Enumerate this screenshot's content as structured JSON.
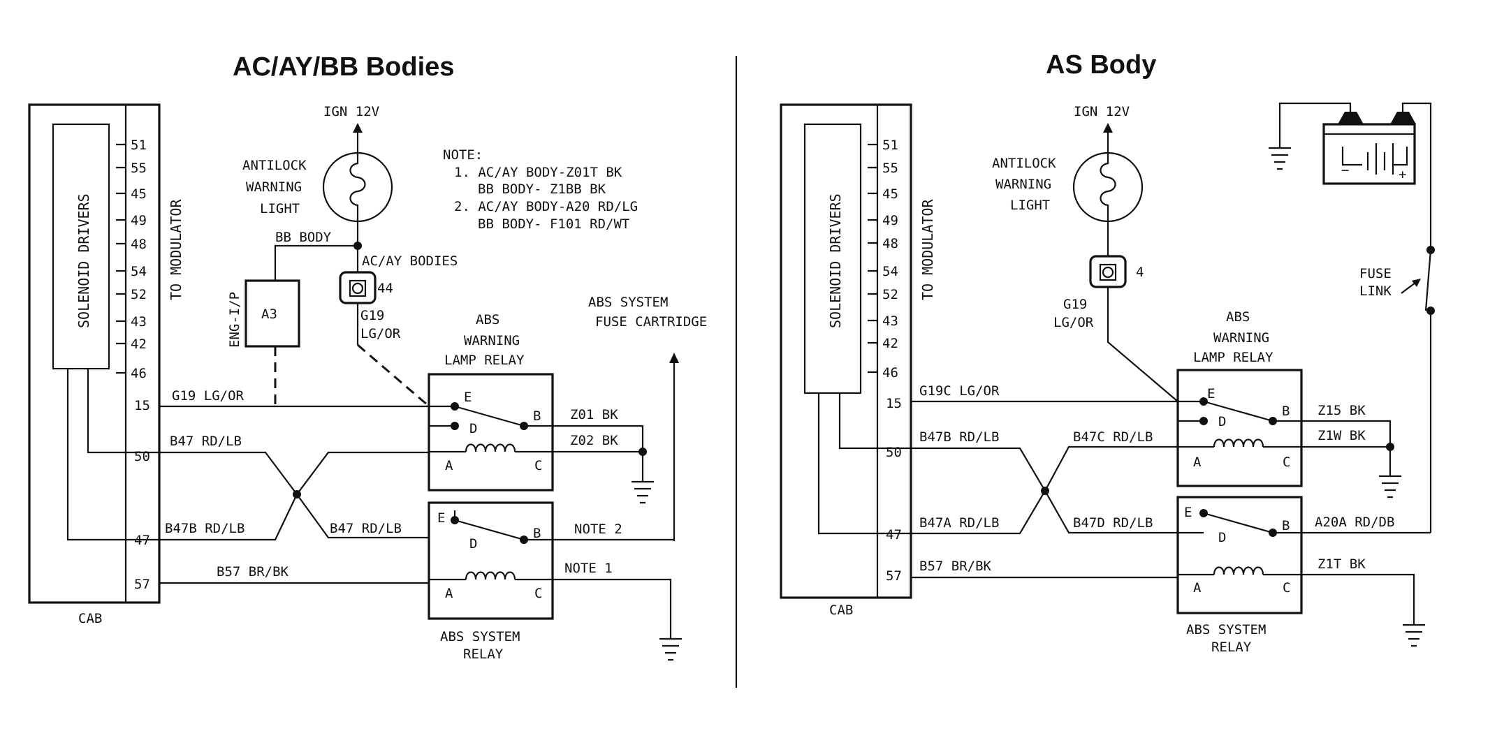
{
  "left": {
    "title": "AC/AY/BB Bodies",
    "cab": {
      "label": "CAB",
      "drivers": "SOLENOID DRIVERS",
      "modulator": "TO MODULATOR",
      "pins": [
        "51",
        "55",
        "45",
        "49",
        "48",
        "54",
        "52",
        "43",
        "42",
        "46",
        "15",
        "50",
        "47",
        "57"
      ]
    },
    "ign": "IGN 12V",
    "warning_light": [
      "ANTILOCK",
      "WARNING",
      "LIGHT"
    ],
    "bb_body": "BB BODY",
    "acay_bodies": "AC/AY BODIES",
    "connector_num": "44",
    "g19": "G19",
    "lg_or": "LG/OR",
    "eng": "ENG-I/P",
    "a3": "A3",
    "note": [
      "NOTE:",
      "1. AC/AY BODY-Z01T BK",
      "BB BODY- Z1BB BK",
      "2. AC/AY BODY-A20 RD/LG",
      "BB BODY- F101 RD/WT"
    ],
    "fuse_cartridge": [
      "ABS SYSTEM",
      "FUSE CARTRIDGE"
    ],
    "warning_relay": [
      "ABS",
      "WARNING",
      "LAMP RELAY"
    ],
    "system_relay": [
      "ABS SYSTEM",
      "RELAY"
    ],
    "relay_pins": {
      "e": "E",
      "d": "D",
      "b": "B",
      "a": "A",
      "c": "C"
    },
    "wires": {
      "g19_lgor": "G19 LG/OR",
      "b47_rdlb": "B47 RD/LB",
      "b47b_rdlb": "B47B RD/LB",
      "b47_rdlb_2": "B47 RD/LB",
      "b57": "B57 BR/BK",
      "z01": "Z01 BK",
      "z02": "Z02 BK",
      "note2": "NOTE 2",
      "note1": "NOTE 1"
    }
  },
  "right": {
    "title": "AS Body",
    "cab": {
      "label": "CAB",
      "drivers": "SOLENOID DRIVERS",
      "modulator": "TO MODULATOR",
      "pins": [
        "51",
        "55",
        "45",
        "49",
        "48",
        "54",
        "52",
        "43",
        "42",
        "46",
        "15",
        "50",
        "47",
        "57"
      ]
    },
    "ign": "IGN 12V",
    "warning_light": [
      "ANTILOCK",
      "WARNING",
      "LIGHT"
    ],
    "connector_num": "4",
    "g19": "G19",
    "lg_or": "LG/OR",
    "fuse_link": [
      "FUSE",
      "LINK"
    ],
    "warning_relay": [
      "ABS",
      "WARNING",
      "LAMP RELAY"
    ],
    "system_relay": [
      "ABS SYSTEM",
      "RELAY"
    ],
    "relay_pins": {
      "e": "E",
      "d": "D",
      "b": "B",
      "a": "A",
      "c": "C"
    },
    "battery": {
      "minus": "−",
      "plus": "+"
    },
    "wires": {
      "g19c": "G19C LG/OR",
      "b47b": "B47B RD/LB",
      "b47c": "B47C RD/LB",
      "b47a": "B47A RD/LB",
      "b47d": "B47D RD/LB",
      "b57": "B57 BR/BK",
      "z15": "Z15 BK",
      "z1w": "Z1W BK",
      "a20a": "A20A RD/DB",
      "z1t": "Z1T BK"
    }
  }
}
